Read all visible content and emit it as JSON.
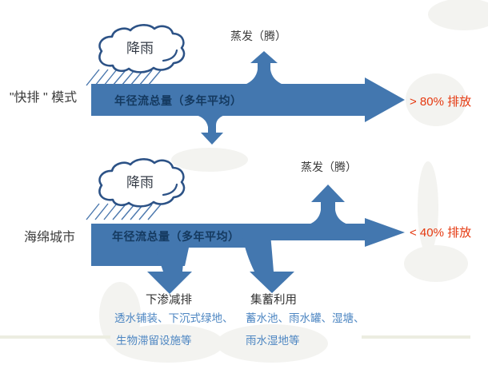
{
  "top": {
    "mode_label": "\"快排 \" 模式",
    "rain_label": "降雨",
    "evaporation_label": "蒸发（腾）",
    "flow_label": "年径流总量（多年平均）",
    "discharge_label": "> 80% 排放"
  },
  "bottom": {
    "mode_label": "海绵城市",
    "rain_label": "降雨",
    "evaporation_label": "蒸发（腾）",
    "flow_label": "年径流总量（多年平均）",
    "discharge_label": "< 40% 排放",
    "infiltration_title": "下渗减排",
    "infiltration_desc1": "透水铺装、下沉式绿地、",
    "infiltration_desc2": "生物滞留设施等",
    "storage_title": "集蓄利用",
    "storage_desc1": "蓄水池、雨水罐、湿塘、",
    "storage_desc2": "雨水湿地等"
  },
  "colors": {
    "arrow_blue": "#4377af",
    "flow_text": "#14395f",
    "cloud_outline": "#2c5286",
    "rain_stroke": "#4a77ad",
    "discharge_red": "#e5380f",
    "desc_blue": "#4d86c2",
    "dark_text": "#333333"
  }
}
